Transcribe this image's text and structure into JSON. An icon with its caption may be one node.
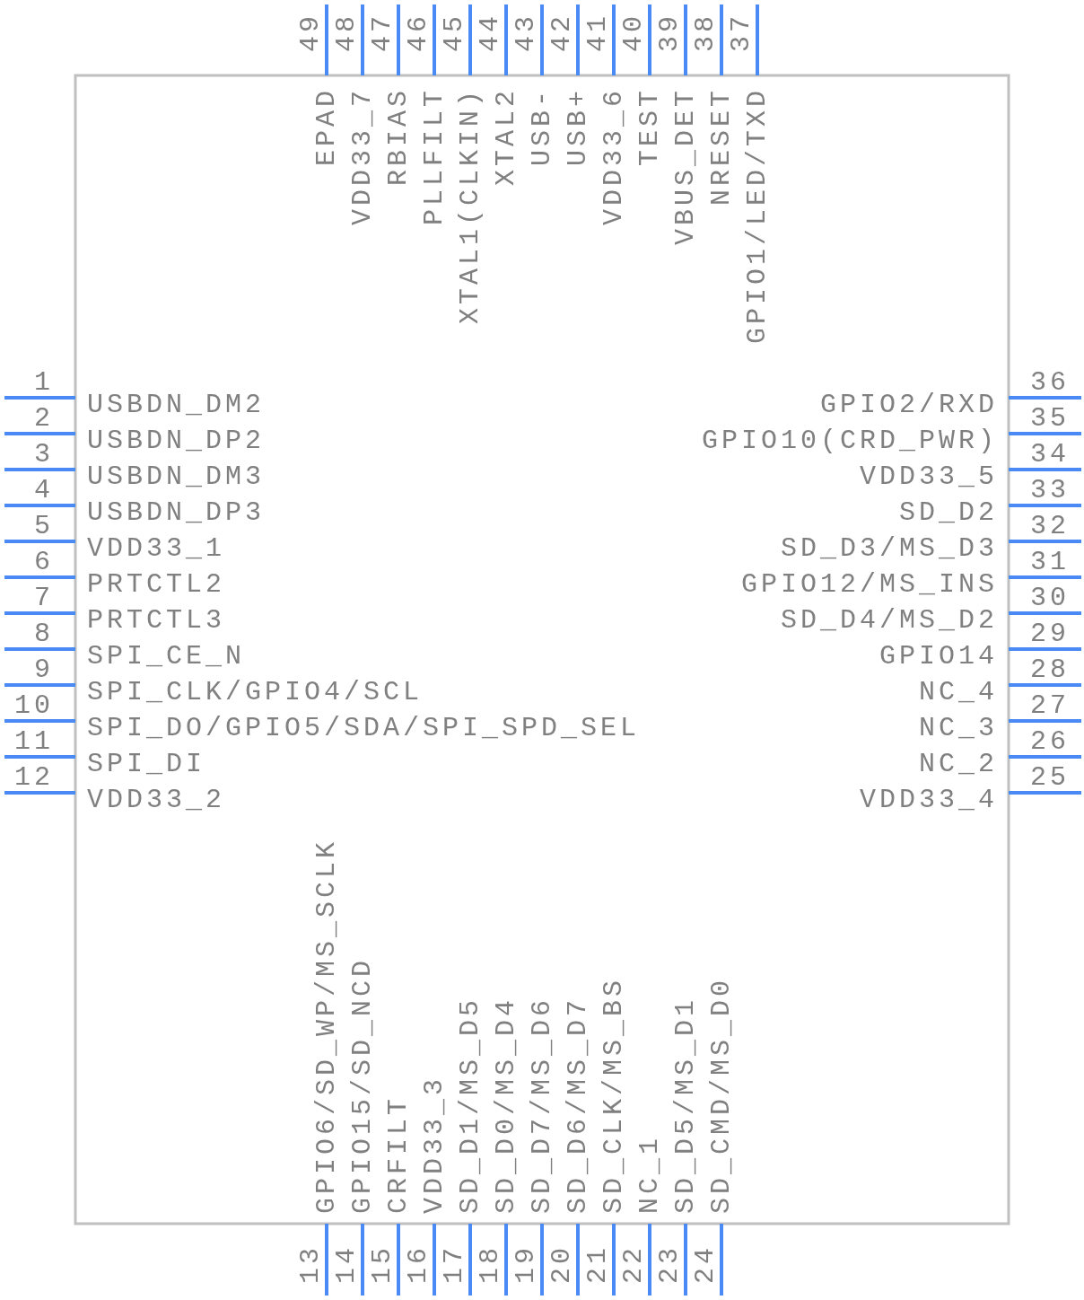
{
  "diagram": {
    "labels": [
      "1",
      "USBDN_DM2",
      "2",
      "USBDN_DP2",
      "3",
      "USBDN_DM3",
      "4",
      "USBDN_DP3",
      "5",
      "VDD33_1",
      "6",
      "PRTCTL2",
      "7",
      "PRTCTL3",
      "8",
      "SPI_CE_N",
      "9",
      "SPI_CLK/GPIO4/SCL",
      "10",
      "SPI_DO/GPIO5/SDA/SPI_SPD_SEL",
      "11",
      "SPI_DI",
      "12",
      "VDD33_2",
      "13",
      "GPIO6/SD_WP/MS_SCLK",
      "14",
      "GPIO15/SD_NCD",
      "15",
      "CRFILT",
      "16",
      "VDD33_3",
      "17",
      "SD_D1/MS_D5",
      "18",
      "SD_D0/MS_D4",
      "19",
      "SD_D7/MS_D6",
      "20",
      "SD_D6/MS_D7",
      "21",
      "SD_CLK/MS_BS",
      "22",
      "NC_1",
      "23",
      "SD_D5/MS_D1",
      "24",
      "SD_CMD/MS_D0",
      "25",
      "VDD33_4",
      "26",
      "NC_2",
      "27",
      "NC_3",
      "28",
      "NC_4",
      "29",
      "GPIO14",
      "30",
      "SD_D4/MS_D2",
      "31",
      "GPIO12/MS_INS",
      "32",
      "SD_D3/MS_D3",
      "33",
      "SD_D2",
      "34",
      "VDD33_5",
      "35",
      "GPIO10(CRD_PWR)",
      "36",
      "GPIO2/RXD",
      "37",
      "GPIO1/LED/TXD",
      "38",
      "NRESET",
      "39",
      "VBUS_DET",
      "40",
      "TEST",
      "41",
      "VDD33_6",
      "42",
      "USB+",
      "43",
      "USB-",
      "44",
      "XTAL2",
      "45",
      "XTAL1(CLKIN)",
      "46",
      "PLLFILT",
      "47",
      "RBIAS",
      "48",
      "VDD33_7",
      "49",
      "EPAD"
    ]
  }
}
